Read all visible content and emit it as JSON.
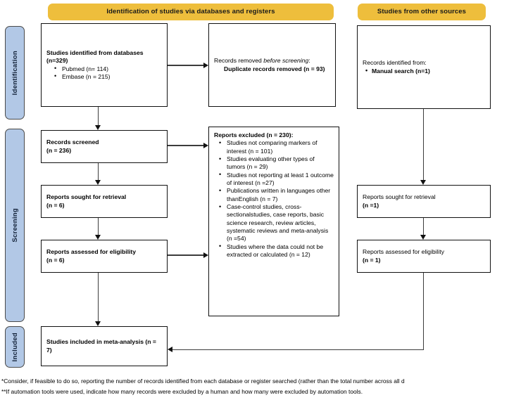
{
  "headers": {
    "databases": "Identification of studies via databases and registers",
    "other_sources": "Studies from other sources"
  },
  "stages": {
    "identification": "Identification",
    "screening": "Screening",
    "included": "Included"
  },
  "boxes": {
    "identified": {
      "title": "Studies identified from databases (n=329)",
      "items": [
        "Pubmed (n= 114)",
        "Embase (n = 215)"
      ]
    },
    "removed": {
      "line1_a": "Records removed ",
      "line1_b": "before screening",
      "line1_c": ":",
      "line2": "Duplicate records removed (n = 93)"
    },
    "other_identified": {
      "title": "Records identified from:",
      "items": [
        "Manual search (n=1)"
      ]
    },
    "screened": {
      "line1": "Records screened",
      "line2": "(n = 236)"
    },
    "sought": {
      "line1": "Reports sought for retrieval",
      "line2": "(n = 6)"
    },
    "assessed": {
      "line1": "Reports assessed for eligibility",
      "line2": "(n = 6)"
    },
    "other_sought": {
      "line1": "Reports sought for retrieval",
      "line2": "(n =1)"
    },
    "other_assessed": {
      "line1": "Reports assessed for eligibility",
      "line2": "(n = 1)"
    },
    "excluded": {
      "title": "Reports excluded (n = 230):",
      "items": [
        "Studies not comparing markers of interest (n = 101)",
        "Studies evaluating other types of tumors (n = 29)",
        "Studies not reporting at least 1 outcome of interest (n =27)",
        "Publications written in languages other thanEnglish (n = 7)",
        "Case-control studies, cross-sectionalstudies, case reports, basic science research, review articles, systematic reviews and meta-analysis (n =54)",
        "Studies where the data could not be extracted or calculated (n = 12)"
      ]
    },
    "included": {
      "line1": "Studies included in meta-analysis (n = 7)"
    }
  },
  "footnotes": [
    "*Consider, if feasible to do so, reporting the number of records identified from each database or register searched (rather than the total number across all d",
    "**If automation tools were used, indicate how many records were excluded by a human and how many were excluded by automation tools."
  ],
  "colors": {
    "header_yellow": "#eebe3c",
    "stage_blue": "#b2c8e6",
    "box_border": "#111111",
    "connector": "#3c3c3c"
  }
}
